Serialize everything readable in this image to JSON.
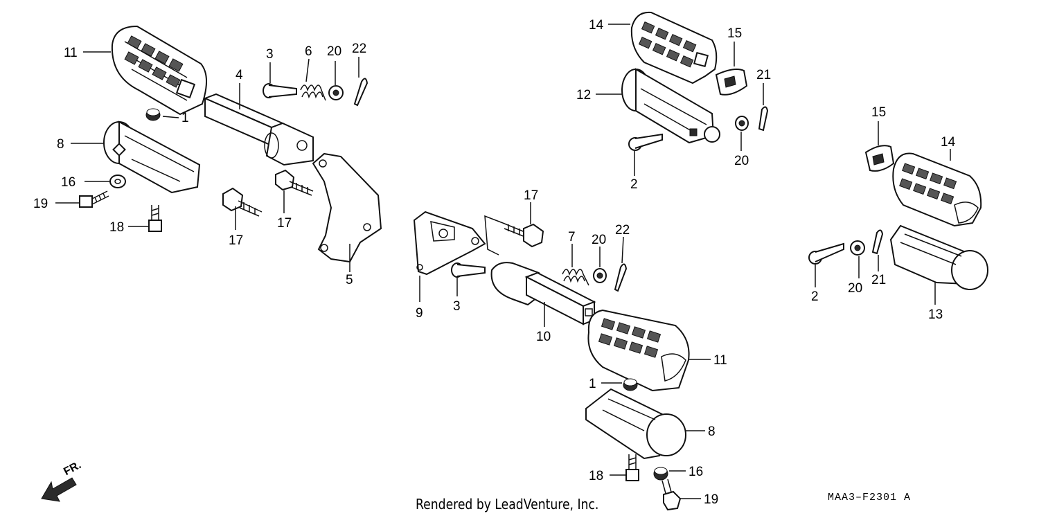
{
  "diagram": {
    "credit": "Rendered by LeadVenture, Inc.",
    "drawing_code": "MAA3–F2301 A",
    "direction_label": "FR.",
    "callouts": [
      {
        "id": "c11a",
        "label": "11"
      },
      {
        "id": "c1a",
        "label": "1"
      },
      {
        "id": "c8a",
        "label": "8"
      },
      {
        "id": "c16a",
        "label": "16"
      },
      {
        "id": "c19a",
        "label": "19"
      },
      {
        "id": "c18a",
        "label": "18"
      },
      {
        "id": "c3a",
        "label": "3"
      },
      {
        "id": "c6",
        "label": "6"
      },
      {
        "id": "c20a",
        "label": "20"
      },
      {
        "id": "c22a",
        "label": "22"
      },
      {
        "id": "c4",
        "label": "4"
      },
      {
        "id": "c17a",
        "label": "17"
      },
      {
        "id": "c17b",
        "label": "17"
      },
      {
        "id": "c5",
        "label": "5"
      },
      {
        "id": "c14a",
        "label": "14"
      },
      {
        "id": "c15a",
        "label": "15"
      },
      {
        "id": "c12",
        "label": "12"
      },
      {
        "id": "c21a",
        "label": "21"
      },
      {
        "id": "c20b",
        "label": "20"
      },
      {
        "id": "c2a",
        "label": "2"
      },
      {
        "id": "c15b",
        "label": "15"
      },
      {
        "id": "c14b",
        "label": "14"
      },
      {
        "id": "c2b",
        "label": "2"
      },
      {
        "id": "c20c",
        "label": "20"
      },
      {
        "id": "c21b",
        "label": "21"
      },
      {
        "id": "c13",
        "label": "13"
      },
      {
        "id": "c17c",
        "label": "17"
      },
      {
        "id": "c7",
        "label": "7"
      },
      {
        "id": "c20d",
        "label": "20"
      },
      {
        "id": "c22b",
        "label": "22"
      },
      {
        "id": "c9",
        "label": "9"
      },
      {
        "id": "c3b",
        "label": "3"
      },
      {
        "id": "c10",
        "label": "10"
      },
      {
        "id": "c11b",
        "label": "11"
      },
      {
        "id": "c1b",
        "label": "1"
      },
      {
        "id": "c8b",
        "label": "8"
      },
      {
        "id": "c18b",
        "label": "18"
      },
      {
        "id": "c16b",
        "label": "16"
      },
      {
        "id": "c19b",
        "label": "19"
      }
    ]
  }
}
